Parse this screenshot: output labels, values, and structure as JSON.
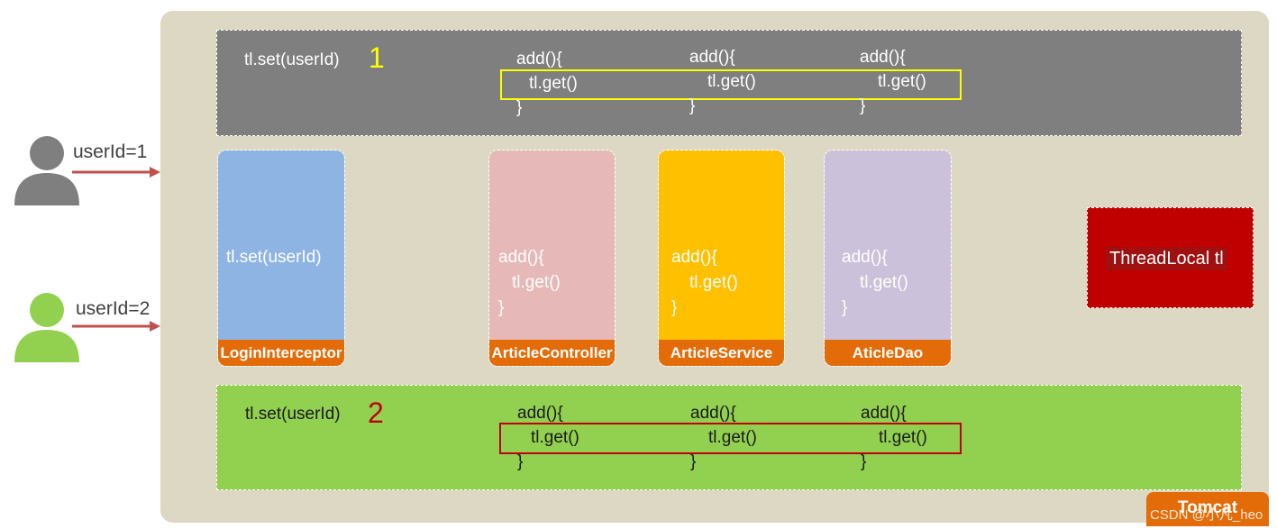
{
  "colors": {
    "container": "#ddd8c4",
    "gray_band": "#7f7f7f",
    "green_band": "#92d050",
    "yellow_highlight": "#ffff00",
    "red_highlight": "#c00000",
    "label_orange": "#e36c09",
    "threadlocal_red": "#c00000"
  },
  "users": [
    {
      "label": "userId=1",
      "color": "#7f7f7f",
      "icon": "person-icon"
    },
    {
      "label": "userId=2",
      "color": "#92d050",
      "icon": "person-icon"
    }
  ],
  "thread1": {
    "set_text": "tl.set(userId)",
    "number": "1",
    "methods": [
      {
        "open": "add(){",
        "call": "tl.get()",
        "close": "}"
      },
      {
        "open": "add(){",
        "call": "tl.get()",
        "close": "}"
      },
      {
        "open": "add(){",
        "call": "tl.get()",
        "close": "}"
      }
    ]
  },
  "thread2": {
    "set_text": "tl.set(userId)",
    "number": "2",
    "methods": [
      {
        "open": "add(){",
        "call": "tl.get()",
        "close": "}"
      },
      {
        "open": "add(){",
        "call": "tl.get()",
        "close": "}"
      },
      {
        "open": "add(){",
        "call": "tl.get()",
        "close": "}"
      }
    ]
  },
  "components": [
    {
      "name": "LoginInterceptor",
      "code": "tl.set(userId)",
      "color": "#8eb4e3"
    },
    {
      "name": "ArticleController",
      "open": "add(){",
      "call": "tl.get()",
      "close": "}",
      "color": "#e6b9b8"
    },
    {
      "name": "ArticleService",
      "open": "add(){",
      "call": "tl.get()",
      "close": "}",
      "color": "#ffc000"
    },
    {
      "name": "AticleDao",
      "open": "add(){",
      "call": "tl.get()",
      "close": "}",
      "color": "#ccc1da"
    }
  ],
  "threadlocal": {
    "label": "ThreadLocal   tl"
  },
  "container": {
    "label": "Tomcat"
  },
  "watermark": "CSDN @小凡_heo"
}
